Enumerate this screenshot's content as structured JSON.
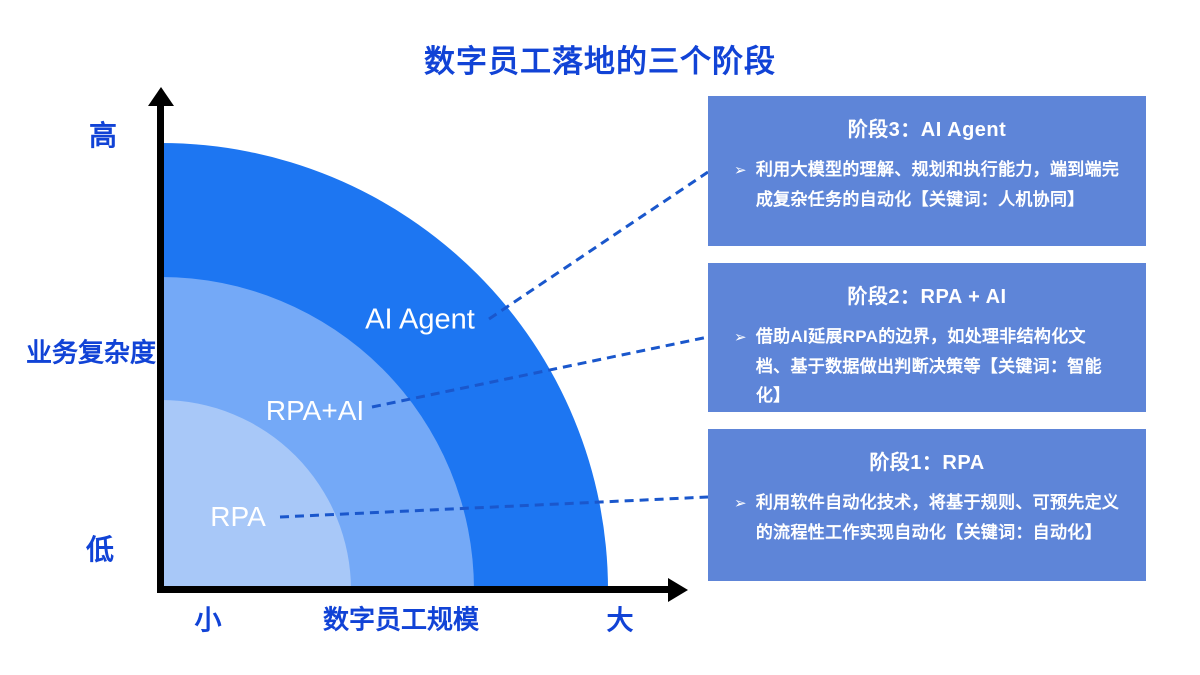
{
  "title": "数字员工落地的三个阶段",
  "colors": {
    "title_text": "#1143d6",
    "axis_label_text": "#1143d6",
    "axis_line": "#000000",
    "ring_outer": "#1d76f2",
    "ring_middle": "#74a9f7",
    "ring_inner": "#a8c8f8",
    "ring_label_text": "#ffffff",
    "stage_box_bg": "#5e85d8",
    "stage_box_text": "#ffffff",
    "connector_line": "#1a57cc"
  },
  "chart": {
    "y_axis": {
      "label": "业务复杂度",
      "top_label": "高",
      "bottom_label": "低"
    },
    "x_axis": {
      "label": "数字员工规模",
      "left_label": "小",
      "right_label": "大"
    },
    "rings": [
      {
        "label": "RPA",
        "color": "#a8c8f8",
        "position": "inner"
      },
      {
        "label": "RPA+AI",
        "color": "#74a9f7",
        "position": "middle"
      },
      {
        "label": "AI Agent",
        "color": "#1d76f2",
        "position": "outer"
      }
    ]
  },
  "bullet_marker": "➢",
  "stages": [
    {
      "title": "阶段3：AI Agent",
      "bullet": "利用大模型的理解、规划和执行能力，端到端完成复杂任务的自动化【关键词：人机协同】"
    },
    {
      "title": "阶段2：RPA + AI",
      "bullet": "借助AI延展RPA的边界，如处理非结构化文档、基于数据做出判断决策等【关键词：智能化】"
    },
    {
      "title": "阶段1：RPA",
      "bullet": "利用软件自动化技术，将基于规则、可预先定义的流程性工作实现自动化【关键词：自动化】"
    }
  ]
}
